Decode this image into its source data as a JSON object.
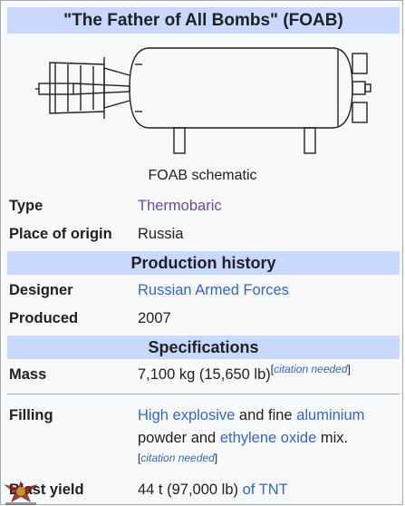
{
  "title": "\"The Father of All Bombs\" (FOAB)",
  "image": {
    "caption": "FOAB schematic",
    "icon": "foab-schematic-drawing"
  },
  "rows_top": [
    {
      "label": "Type",
      "value": "Thermobaric"
    },
    {
      "label": "Place of origin",
      "value": "Russia"
    }
  ],
  "sections": {
    "production": {
      "header": "Production history",
      "designer_label": "Designer",
      "designer_value": "Russian Armed Forces",
      "produced_label": "Produced",
      "produced_value": "2007"
    },
    "specs": {
      "header": "Specifications",
      "mass_label": "Mass",
      "mass_value": "7,100 kg (15,650 lb)",
      "citation_needed": "citation needed",
      "filling_label": "Filling",
      "filling_link1": "High explosive",
      "filling_text1": " and fine ",
      "filling_link2": "aluminium",
      "filling_text2": "powder and ",
      "filling_link3": "ethylene oxide",
      "filling_text3": " mix.",
      "blast_label": "Blast yield",
      "blast_value": "44 t (97,000 lb) ",
      "blast_link": "of TNT"
    }
  },
  "colors": {
    "header_bg": "#c8d8ff",
    "link": "#3366cc",
    "visited_link": "#6b4ba1",
    "border": "#a2a9b1",
    "box_bg": "#f8f9fa"
  },
  "watermark": {
    "icon": "emblem-icon"
  }
}
